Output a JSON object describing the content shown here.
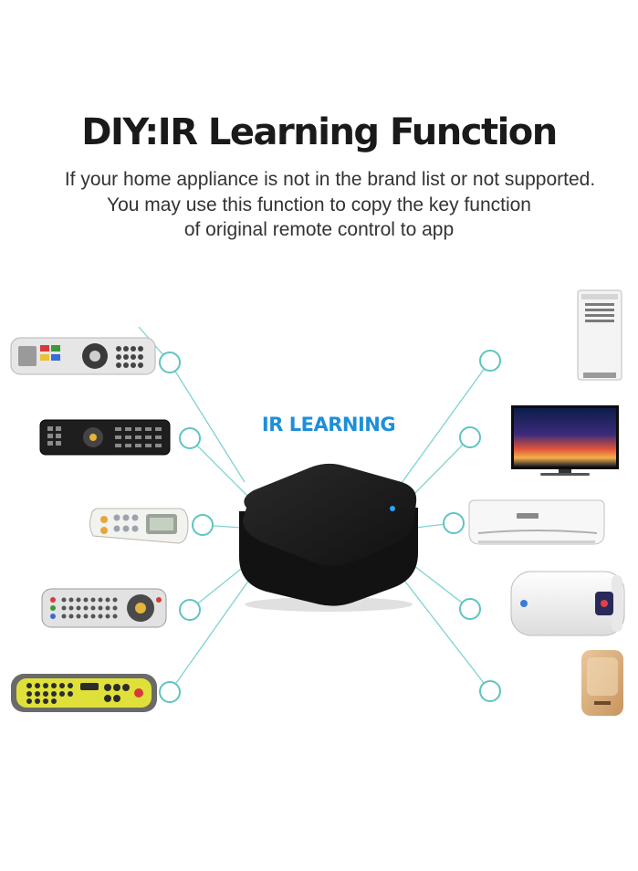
{
  "heading": {
    "title": "DIY:IR Learning Function",
    "lines": [
      "If your home appliance is not in the brand list or not supported.",
      "You may use this function to copy the key function",
      "of original remote control to app"
    ]
  },
  "hub_label": "IR LEARNING",
  "colors": {
    "connector_line": "#7fd3cf",
    "node_ring": "#5fc4c0",
    "label_blue": "#1e8fd8",
    "hub_body": "#1c1c1c",
    "hub_led": "#2aa3ff"
  },
  "remotes": [
    {
      "icon": "tv-remote-silver-icon"
    },
    {
      "icon": "tv-remote-black-icon"
    },
    {
      "icon": "ac-remote-white-icon"
    },
    {
      "icon": "universal-remote-icon"
    },
    {
      "icon": "yellow-remote-icon"
    }
  ],
  "appliances": [
    {
      "icon": "portable-ac-icon"
    },
    {
      "icon": "television-icon"
    },
    {
      "icon": "split-air-conditioner-icon"
    },
    {
      "icon": "water-heater-icon"
    },
    {
      "icon": "space-heater-icon"
    }
  ]
}
